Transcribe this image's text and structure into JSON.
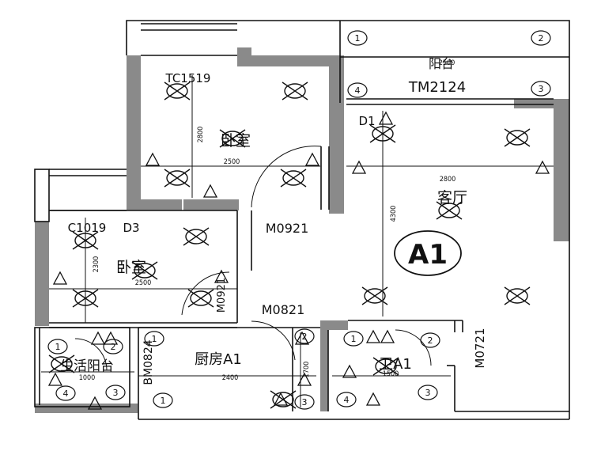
{
  "plan": {
    "unit_label": "A1",
    "rooms": [
      {
        "name": "阳台",
        "extra": "TM2124"
      },
      {
        "name": "卧室",
        "tag": "TC1519"
      },
      {
        "name": "客厅",
        "tag": "D1"
      },
      {
        "name": "卧室",
        "tag": "C1019",
        "tag2": "D3"
      },
      {
        "name": "生活阳台"
      },
      {
        "name": "厨房A1"
      },
      {
        "name": "卫A1"
      }
    ],
    "door_codes": [
      "M0921",
      "M0821",
      "M0721",
      "BM0824",
      "M0921"
    ],
    "dimensions": [
      "2500",
      "2800",
      "2500",
      "2400",
      "1500",
      "1000",
      "2800",
      "4300",
      "2300",
      "1700",
      "2500"
    ],
    "symbol_numbers": [
      "1",
      "2",
      "3",
      "4"
    ]
  },
  "colors": {
    "wall": "#8a8a8a",
    "line": "#111111",
    "bg": "#ffffff"
  }
}
